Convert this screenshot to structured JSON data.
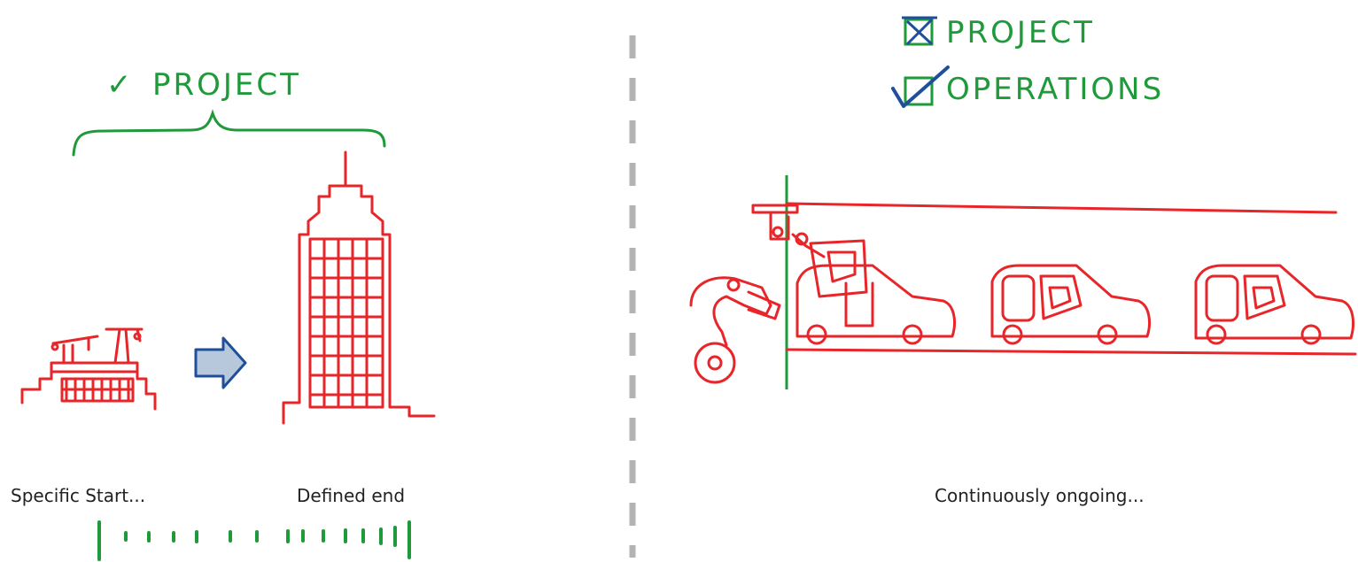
{
  "left": {
    "title_check": "✓",
    "title": "PROJECT",
    "start_label": "Specific Start...",
    "end_label": "Defined end"
  },
  "right": {
    "option_1": "PROJECT",
    "option_2": "OPERATIONS",
    "caption": "Continuously ongoing..."
  },
  "colors": {
    "green": "#1f9a3b",
    "red": "#e8262a",
    "blue": "#1f4f9a",
    "divider": "#b3b3b3"
  }
}
